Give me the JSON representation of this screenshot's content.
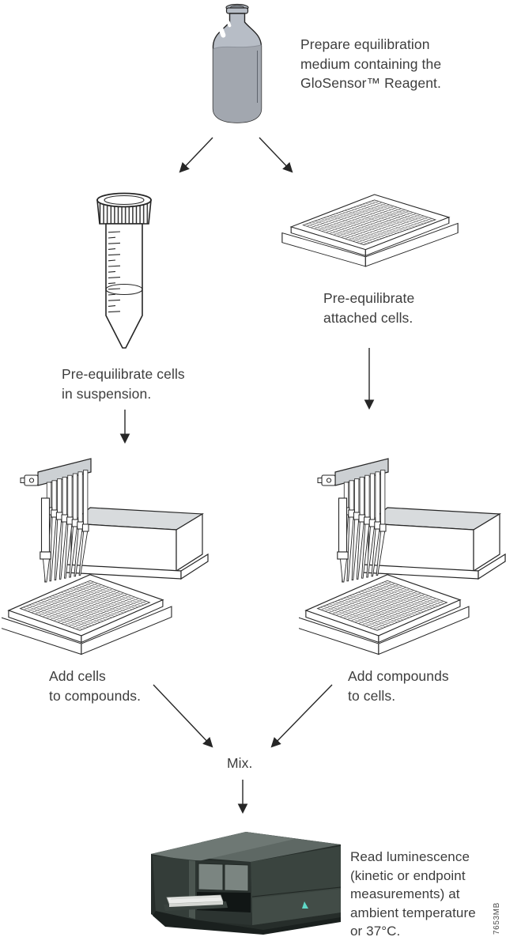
{
  "labels": {
    "prepare": "Prepare equilibration\nmedium containing the\nGloSensor™ Reagent.",
    "pre_equilibrate_suspension": "Pre-equilibrate cells\nin suspension.",
    "pre_equilibrate_attached": "Pre-equilibrate\nattached cells.",
    "add_cells_to_compounds": "Add cells\nto compounds.",
    "add_compounds_to_cells": "Add compounds\nto cells.",
    "mix": "Mix.",
    "read_luminescence": "Read luminescence\n(kinetic or endpoint\nmeasurements) at\nambient temperature\nor 37°C.",
    "figure_id": "7653MB"
  },
  "illustrations": {
    "bottle": "reagent-bottle",
    "tube": "conical-centrifuge-tube",
    "plate": "multiwell-plate",
    "pipette_rig_left": "multichannel-pipette-reservoir-and-plate",
    "pipette_rig_right": "multichannel-pipette-reservoir-and-plate",
    "reader": "luminescence-plate-reader"
  },
  "colors": {
    "background": "#ffffff",
    "text": "#3d3d3d",
    "line_art": "#262626",
    "bottle_glass": "#b7bdc6",
    "bottle_liquid": "#a2a7af",
    "manifold_gray": "#ccd0d3",
    "reservoir_top": "#d8dbdd",
    "reader_body": "#3a443f",
    "reader_panel": "#7b8581",
    "reader_led": "#5fd8c7"
  }
}
